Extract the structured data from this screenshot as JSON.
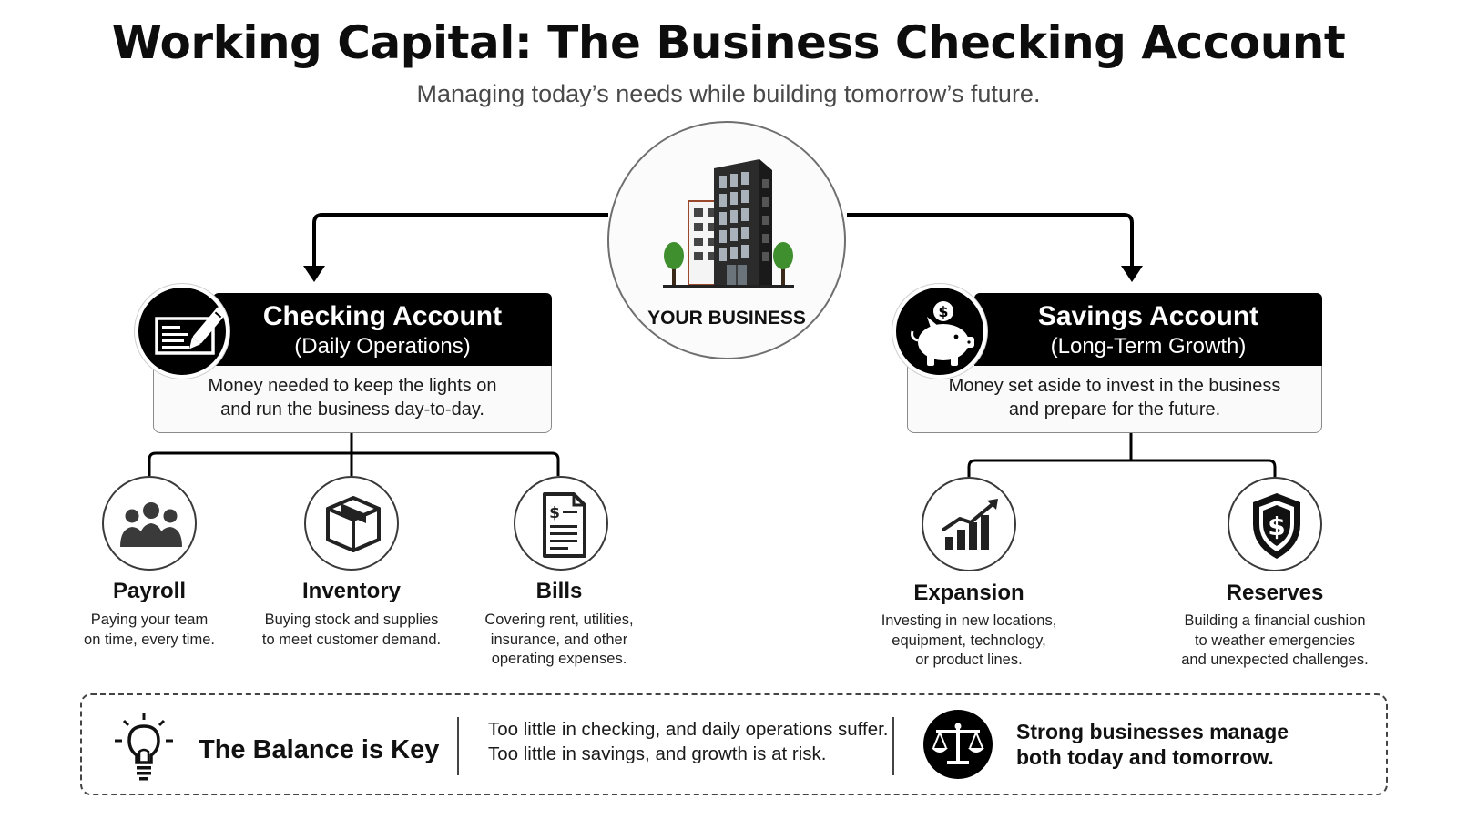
{
  "title": "Working Capital: The Business Checking Account",
  "subtitle": "Managing today’s needs while building tomorrow’s future.",
  "business": {
    "label": "YOUR BUSINESS",
    "icon": "office-building-icon"
  },
  "checking": {
    "title": "Checking Account",
    "subtitle": "(Daily Operations)",
    "description_lines": [
      "Money needed to keep the lights on",
      "and run the business day-to-day."
    ],
    "icon": "check-pen-icon",
    "items": [
      {
        "title": "Payroll",
        "icon": "team-icon",
        "desc_lines": [
          "Paying your team",
          "on time, every time."
        ]
      },
      {
        "title": "Inventory",
        "icon": "box-icon",
        "desc_lines": [
          "Buying stock and supplies",
          "to meet customer demand."
        ]
      },
      {
        "title": "Bills",
        "icon": "invoice-icon",
        "desc_lines": [
          "Covering rent, utilities,",
          "insurance, and other",
          "operating expenses."
        ]
      }
    ]
  },
  "savings": {
    "title": "Savings Account",
    "subtitle": "(Long-Term Growth)",
    "description_lines": [
      "Money set aside to invest in the business",
      "and prepare for the future."
    ],
    "icon": "piggy-bank-icon",
    "items": [
      {
        "title": "Expansion",
        "icon": "growth-chart-icon",
        "desc_lines": [
          "Investing in new locations,",
          "equipment, technology,",
          "or product lines."
        ]
      },
      {
        "title": "Reserves",
        "icon": "shield-dollar-icon",
        "desc_lines": [
          "Building a financial cushion",
          "to weather emergencies",
          "and unexpected challenges."
        ]
      }
    ]
  },
  "balance": {
    "title": "The Balance is Key",
    "text_lines": [
      "Too little in checking, and daily operations suffer.",
      "Too little in savings, and growth is at risk."
    ],
    "strong_lines": [
      "Strong businesses manage",
      "both today and tomorrow."
    ],
    "icons": [
      "lightbulb-icon",
      "scale-icon"
    ]
  },
  "colors": {
    "ink": "#000000",
    "window": "#8a8f96",
    "tree": "#3f8f2f",
    "brick": "#9a4a2c"
  }
}
